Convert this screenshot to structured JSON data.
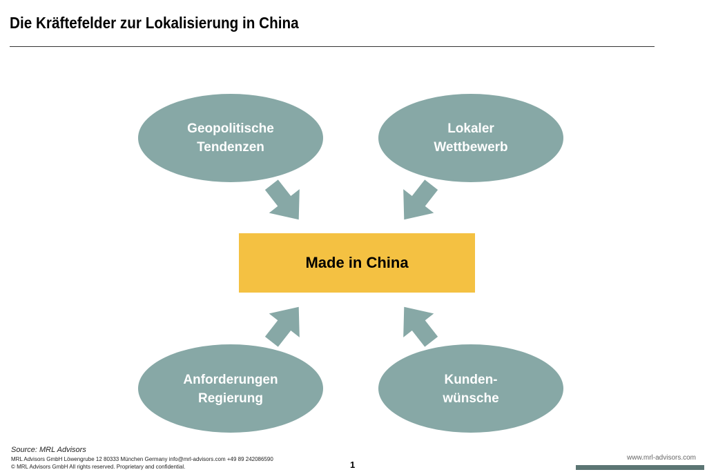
{
  "title": "Die Kräftefelder zur Lokalisierung in China",
  "diagram": {
    "center": "Made in China",
    "forces": [
      {
        "line1": "Geopolitische",
        "line2": "Tendenzen"
      },
      {
        "line1": "Lokaler",
        "line2": "Wettbewerb"
      },
      {
        "line1": "Anforderungen",
        "line2": "Regierung"
      },
      {
        "line1": "Kunden-",
        "line2": "wünsche"
      }
    ],
    "colors": {
      "ellipse": "#87a8a6",
      "center": "#f4c142"
    }
  },
  "footer": {
    "source": "Source: MRL Advisors",
    "address": "MRL Advisors GmbH Löwengrube 12 80333 München Germany info@mrl-advisors.com +49 89 242086590",
    "copyright": "© MRL Advisors GmbH  All rights reserved. Proprietary and confidential.",
    "page": "1",
    "website": "www.mrl-advisors.com"
  }
}
